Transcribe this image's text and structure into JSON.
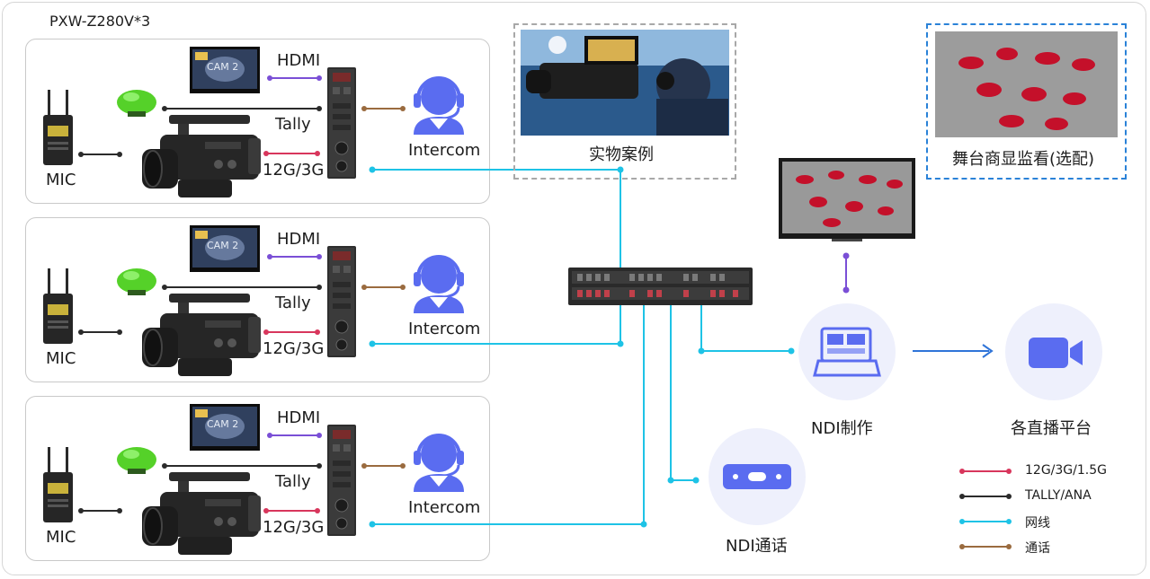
{
  "title": "PXW-Z280V*3",
  "camera_rows": [
    {
      "mic": "MIC",
      "hdmi": "HDMI",
      "tally": "Tally",
      "sdi": "12G/3G",
      "intercom": "Intercom"
    },
    {
      "mic": "MIC",
      "hdmi": "HDMI",
      "tally": "Tally",
      "sdi": "12G/3G",
      "intercom": "Intercom"
    },
    {
      "mic": "MIC",
      "hdmi": "HDMI",
      "tally": "Tally",
      "sdi": "12G/3G",
      "intercom": "Intercom"
    }
  ],
  "monitor_screen_text": "CAM 2",
  "photo_caption": "实物案例",
  "stage_monitor_caption": "舞台商显监看(选配)",
  "ndi_production": "NDI制作",
  "platforms": "各直播平台",
  "ndi_intercom": "NDI通话",
  "legend": [
    {
      "label": "12G/3G/1.5G",
      "color": "#d8365c"
    },
    {
      "label": "TALLY/ANA",
      "color": "#2b2b2b"
    },
    {
      "label": "网线",
      "color": "#1ec3e6"
    },
    {
      "label": "通话",
      "color": "#9a6b3f"
    }
  ],
  "colors": {
    "hdmi_line": "#7a4fd6",
    "sdi_line": "#d8365c",
    "tally_line": "#2b2b2b",
    "network_line": "#1ec3e6",
    "intercom_line": "#9a6b3f",
    "accent_icon": "#5a6cf0",
    "arrow": "#2f74d8"
  }
}
